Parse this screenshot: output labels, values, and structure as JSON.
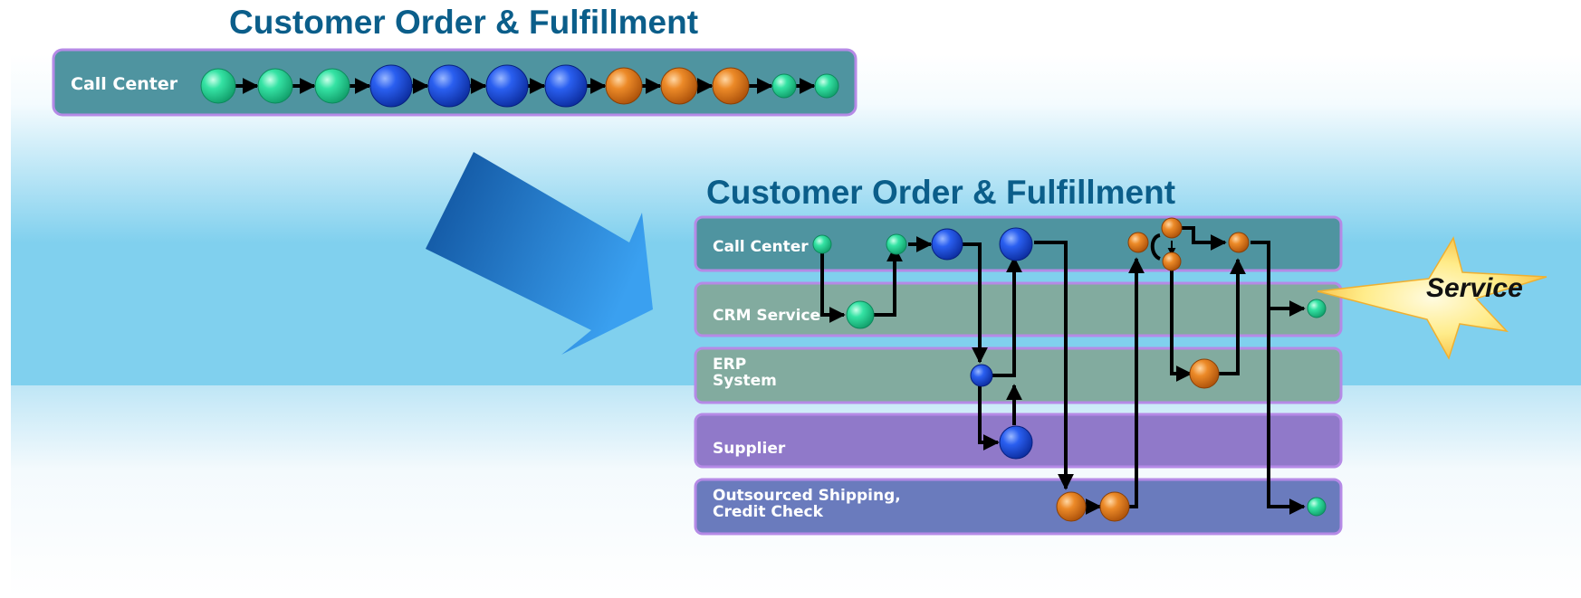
{
  "top_process": {
    "title": "Customer Order & Fulfillment",
    "lane_label": "Call Center"
  },
  "bottom_process": {
    "title": "Customer Order & Fulfillment",
    "lanes": [
      {
        "label": "Call Center"
      },
      {
        "label": "CRM Service"
      },
      {
        "label": "ERP\nSystem"
      },
      {
        "label": "Supplier"
      },
      {
        "label": "Outsourced Shipping,\nCredit Check"
      }
    ]
  },
  "callout": {
    "text": "Service"
  },
  "colors": {
    "title": "#0b5e8a",
    "green": "#1fd79a",
    "blue": "#1a4ed8",
    "orange": "#e07a18",
    "lane_teal": "#4f94a0",
    "lane_sage": "#82ab9f",
    "lane_purple": "#9079c9",
    "lane_indigo": "#6a7bbd",
    "lane_border": "#b58ae6"
  }
}
